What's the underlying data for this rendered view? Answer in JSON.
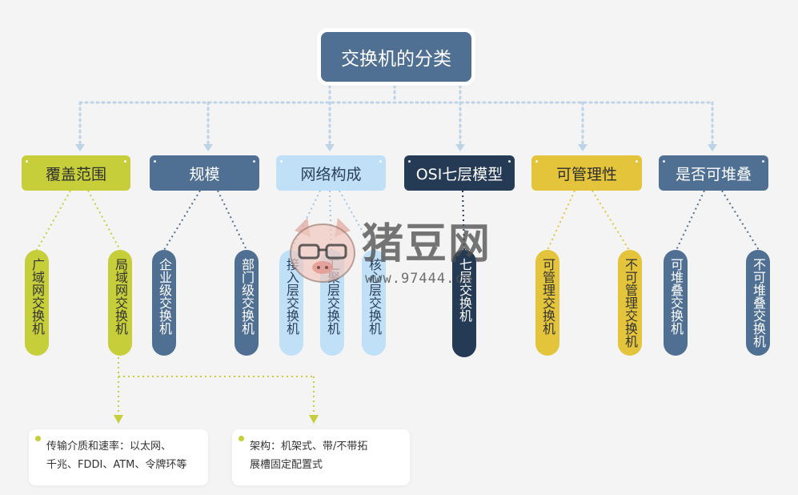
{
  "root": {
    "label": "交换机的分类"
  },
  "categories": [
    {
      "label": "覆盖范围",
      "color": "#c6cf3a"
    },
    {
      "label": "规模",
      "color": "#4f6f93"
    },
    {
      "label": "网络构成",
      "color": "#bfe0f7"
    },
    {
      "label": "OSI七层模型",
      "color": "#253b55"
    },
    {
      "label": "可管理性",
      "color": "#e3c43a"
    },
    {
      "label": "是否可堆叠",
      "color": "#4f6f93"
    }
  ],
  "leaves": [
    {
      "label": "广域网交换机"
    },
    {
      "label": "局域网交换机"
    },
    {
      "label": "企业级交换机"
    },
    {
      "label": "部门级交换机"
    },
    {
      "label": "接入层交换机"
    },
    {
      "label": "汇聚层交换机"
    },
    {
      "label": "核心层交换机"
    },
    {
      "label": "七层交换机"
    },
    {
      "label": "可管理交换机"
    },
    {
      "label": "不可管理交换机"
    },
    {
      "label": "可堆叠交换机"
    },
    {
      "label": "不可堆叠交换机"
    }
  ],
  "notes": [
    {
      "line1": "传输介质和速率：以太网、",
      "line2": "千兆、FDDI、ATM、令牌环等"
    },
    {
      "line1": "架构：机架式、带/不带拓",
      "line2": "展槽固定配置式"
    }
  ],
  "watermark": {
    "title": "猪豆网",
    "url": "www.97444.cn"
  }
}
